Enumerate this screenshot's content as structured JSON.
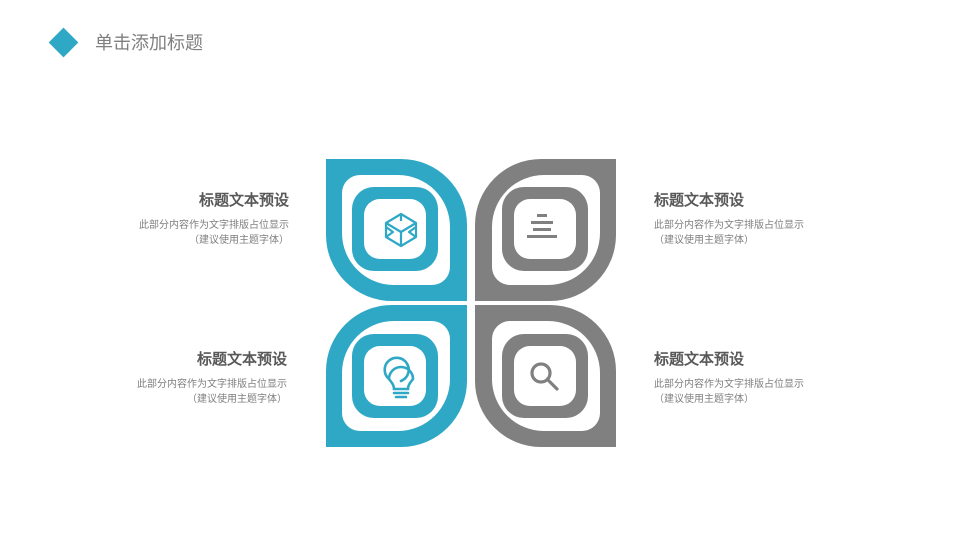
{
  "header": {
    "title": "单击添加标题",
    "accent_color": "#2fa8c6"
  },
  "colors": {
    "teal": "#2fa8c6",
    "gray": "#808080",
    "text_dark": "#595959",
    "text_light": "#7f7f7f"
  },
  "items": [
    {
      "title": "标题文本预设",
      "body_line1": "此部分内容作为文字排版占位显示",
      "body_line2": "（建议使用主题字体）",
      "icon": "codepen-cube-icon",
      "color": "teal"
    },
    {
      "title": "标题文本预设",
      "body_line1": "此部分内容作为文字排版占位显示",
      "body_line2": "（建议使用主题字体）",
      "icon": "align-center-icon",
      "color": "gray"
    },
    {
      "title": "标题文本预设",
      "body_line1": "此部分内容作为文字排版占位显示",
      "body_line2": "（建议使用主题字体）",
      "icon": "lightbulb-icon",
      "color": "teal"
    },
    {
      "title": "标题文本预设",
      "body_line1": "此部分内容作为文字排版占位显示",
      "body_line2": "（建议使用主题字体）",
      "icon": "magnifier-icon",
      "color": "gray"
    }
  ]
}
